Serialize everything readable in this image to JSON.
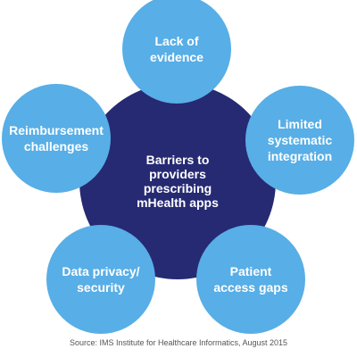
{
  "colors": {
    "center": "#262a72",
    "node": "#58aee6",
    "text": "#ffffff",
    "source_text": "#555555"
  },
  "center": {
    "label": "Barriers to\nproviders prescribing\nmHealth apps"
  },
  "nodes": [
    {
      "label": "Lack of\nevidence"
    },
    {
      "label": "Limited\nsystematic\nintegration"
    },
    {
      "label": "Patient\naccess gaps"
    },
    {
      "label": "Data privacy/\nsecurity"
    },
    {
      "label": "Reimbursement\nchallenges"
    }
  ],
  "source": "Source: IMS Institute for Healthcare Informatics, August 2015"
}
